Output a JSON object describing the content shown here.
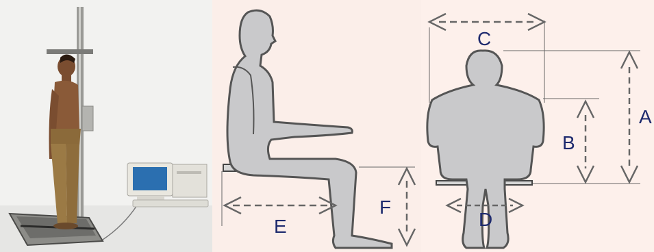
{
  "diagram": {
    "labels": {
      "A": "A",
      "B": "B",
      "C": "C",
      "D": "D",
      "E": "E",
      "F": "F"
    },
    "colors": {
      "label": "#1e2a6e",
      "silhouette": "#c9c9cb",
      "outline": "#555555",
      "arrow": "#666666"
    }
  }
}
